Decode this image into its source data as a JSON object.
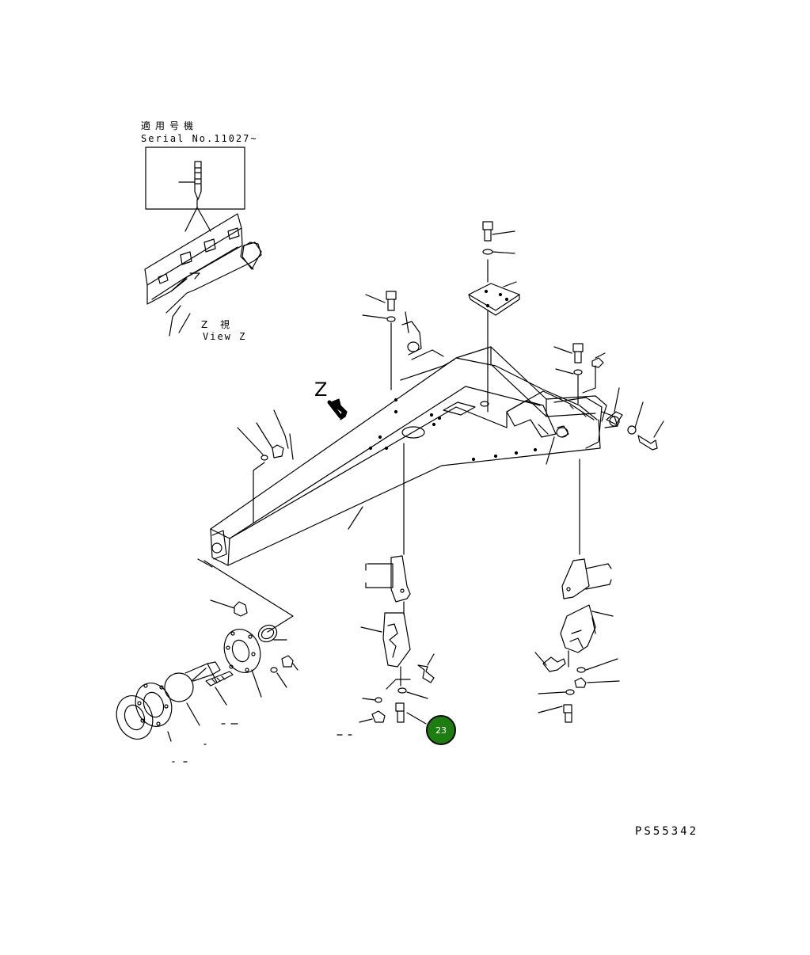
{
  "labels": {
    "serial_jp": "適用号機",
    "serial_no": "Serial No.11027~",
    "view_jp": "Z  視",
    "view_en": "View Z",
    "z_marker": "Z",
    "drawing_code": "PS55342"
  },
  "hotspots": [
    {
      "label": "23"
    }
  ],
  "colors": {
    "line": "#000000",
    "hotspot_fill": "#1e7d10",
    "background": "#ffffff"
  }
}
